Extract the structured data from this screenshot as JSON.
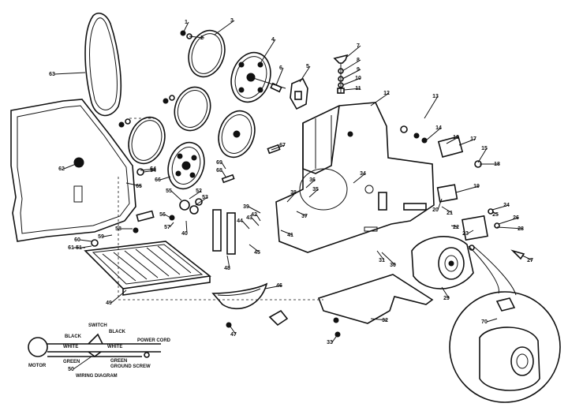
{
  "labels": [
    "1",
    "2",
    "3",
    "4",
    "5",
    "6",
    "7",
    "8",
    "9",
    "10",
    "11",
    "12",
    "13",
    "14",
    "15",
    "16",
    "17",
    "18",
    "19",
    "20",
    "21",
    "22",
    "23",
    "24",
    "25",
    "26",
    "27",
    "28",
    "29",
    "30",
    "31",
    "32",
    "33",
    "34",
    "35",
    "36",
    "37",
    "38",
    "39",
    "40",
    "41",
    "42",
    "43",
    "44",
    "45",
    "46",
    "47",
    "48",
    "49",
    "50",
    "51",
    "52",
    "53",
    "54",
    "55",
    "56",
    "57",
    "58",
    "59",
    "60",
    "61",
    "62",
    "63",
    "64",
    "65",
    "66",
    "67",
    "68",
    "69",
    "70"
  ],
  "wiring": {
    "switch": "SWITCH",
    "black_left": "BLACK",
    "black_right": "BLACK",
    "white_left": "WHITE",
    "white_right": "WHITE",
    "power_cord": "POWER CORD",
    "green_left": "GREEN",
    "green_right": "GREEN",
    "ground_screw": "GROUND SCREW",
    "motor": "MOTOR",
    "title": "WIRING DIAGRAM"
  }
}
